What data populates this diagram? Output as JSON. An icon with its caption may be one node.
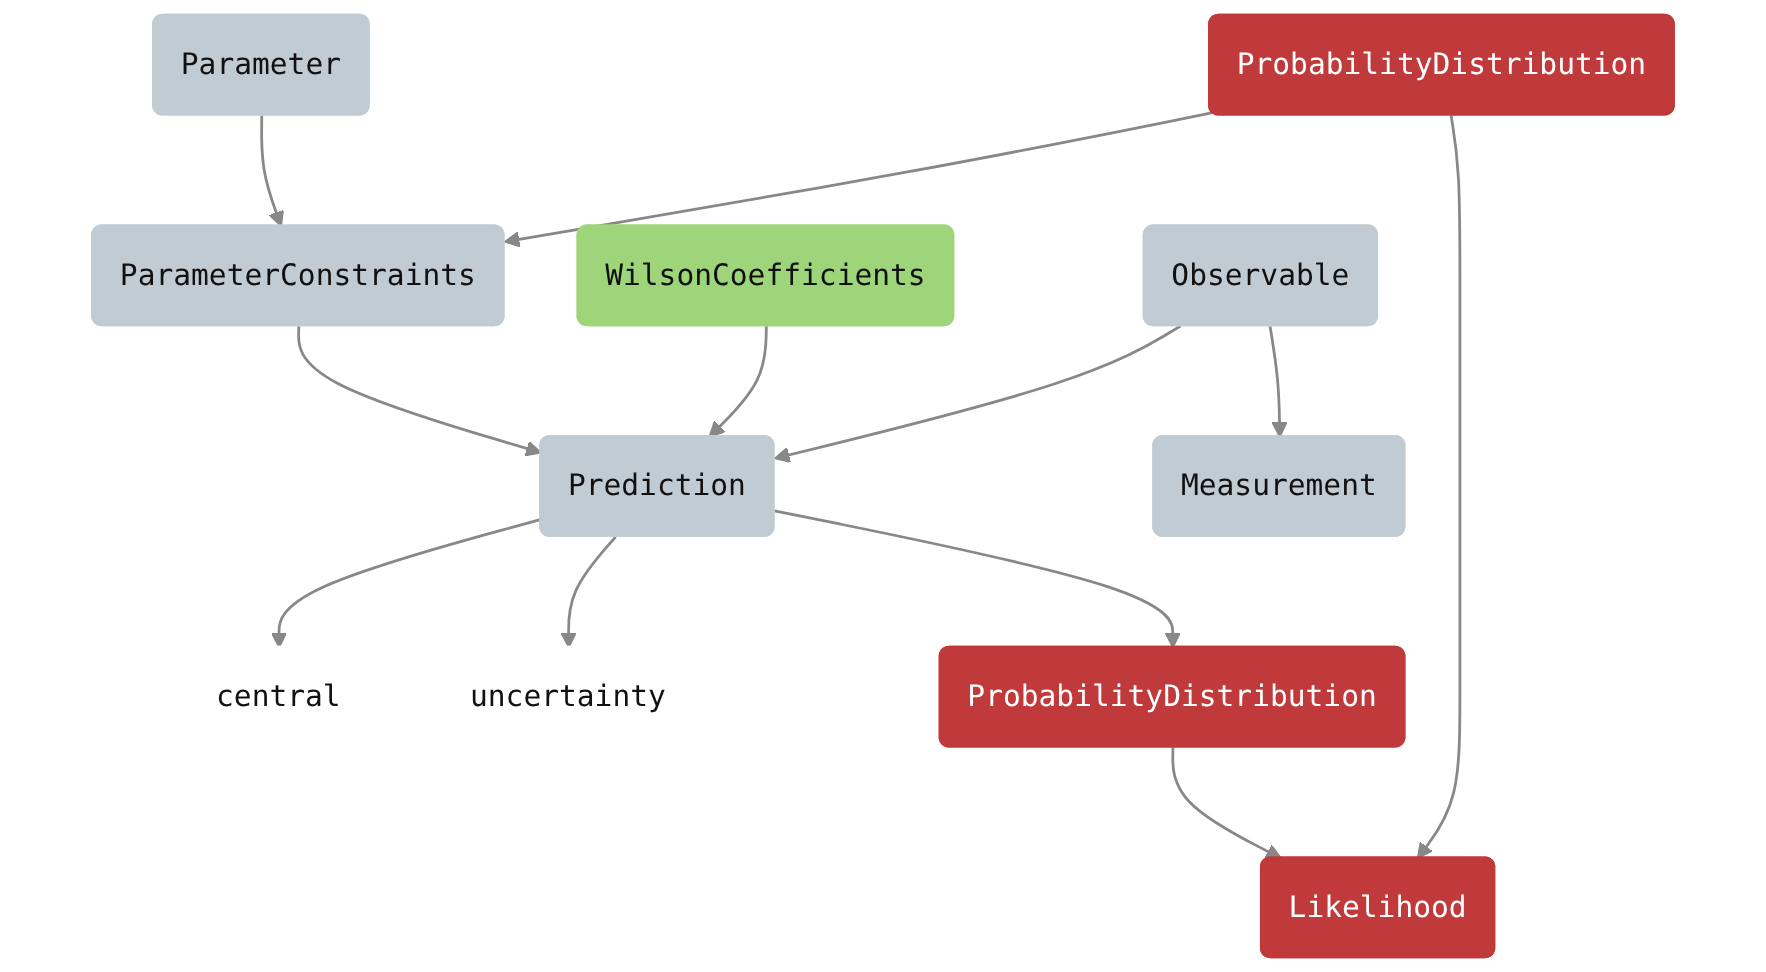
{
  "diagram": {
    "nodes": [
      {
        "text": [
          "Parameter"
        ]
      },
      {
        "text": [
          "ProbabilityDistribution"
        ]
      },
      {
        "text": [
          "ParameterConstraints"
        ]
      },
      {
        "text": [
          "WilsonCoefficients"
        ]
      },
      {
        "text": [
          "Prediction"
        ]
      },
      {
        "text": [
          "central"
        ]
      },
      {
        "text": [
          "uncertainty"
        ]
      },
      {
        "text": [
          "Observable"
        ]
      },
      {
        "text": [
          "Measurement"
        ]
      },
      {
        "text": [
          "ProbabilityDistribution"
        ]
      },
      {
        "text": [
          "Likelihood"
        ]
      }
    ],
    "edges": [
      {
        "from": 0,
        "to": 2,
        "arrow": "to"
      },
      {
        "from": 1,
        "to": 2,
        "arrow": "to"
      },
      {
        "from": 2,
        "to": 4,
        "arrow": "to"
      },
      {
        "from": 3,
        "to": 4,
        "arrow": "to"
      },
      {
        "from": 4,
        "to": 5,
        "arrow": "to"
      },
      {
        "from": 4,
        "to": 6,
        "arrow": "to"
      },
      {
        "from": 7,
        "to": 4,
        "arrow": "to"
      },
      {
        "from": 7,
        "to": 8,
        "arrow": "to"
      },
      {
        "from": 4,
        "to": 9,
        "arrow": "to"
      },
      {
        "from": 9,
        "to": 10,
        "arrow": "to"
      },
      {
        "from": 1,
        "to": 10,
        "arrow": "to"
      }
    ]
  }
}
